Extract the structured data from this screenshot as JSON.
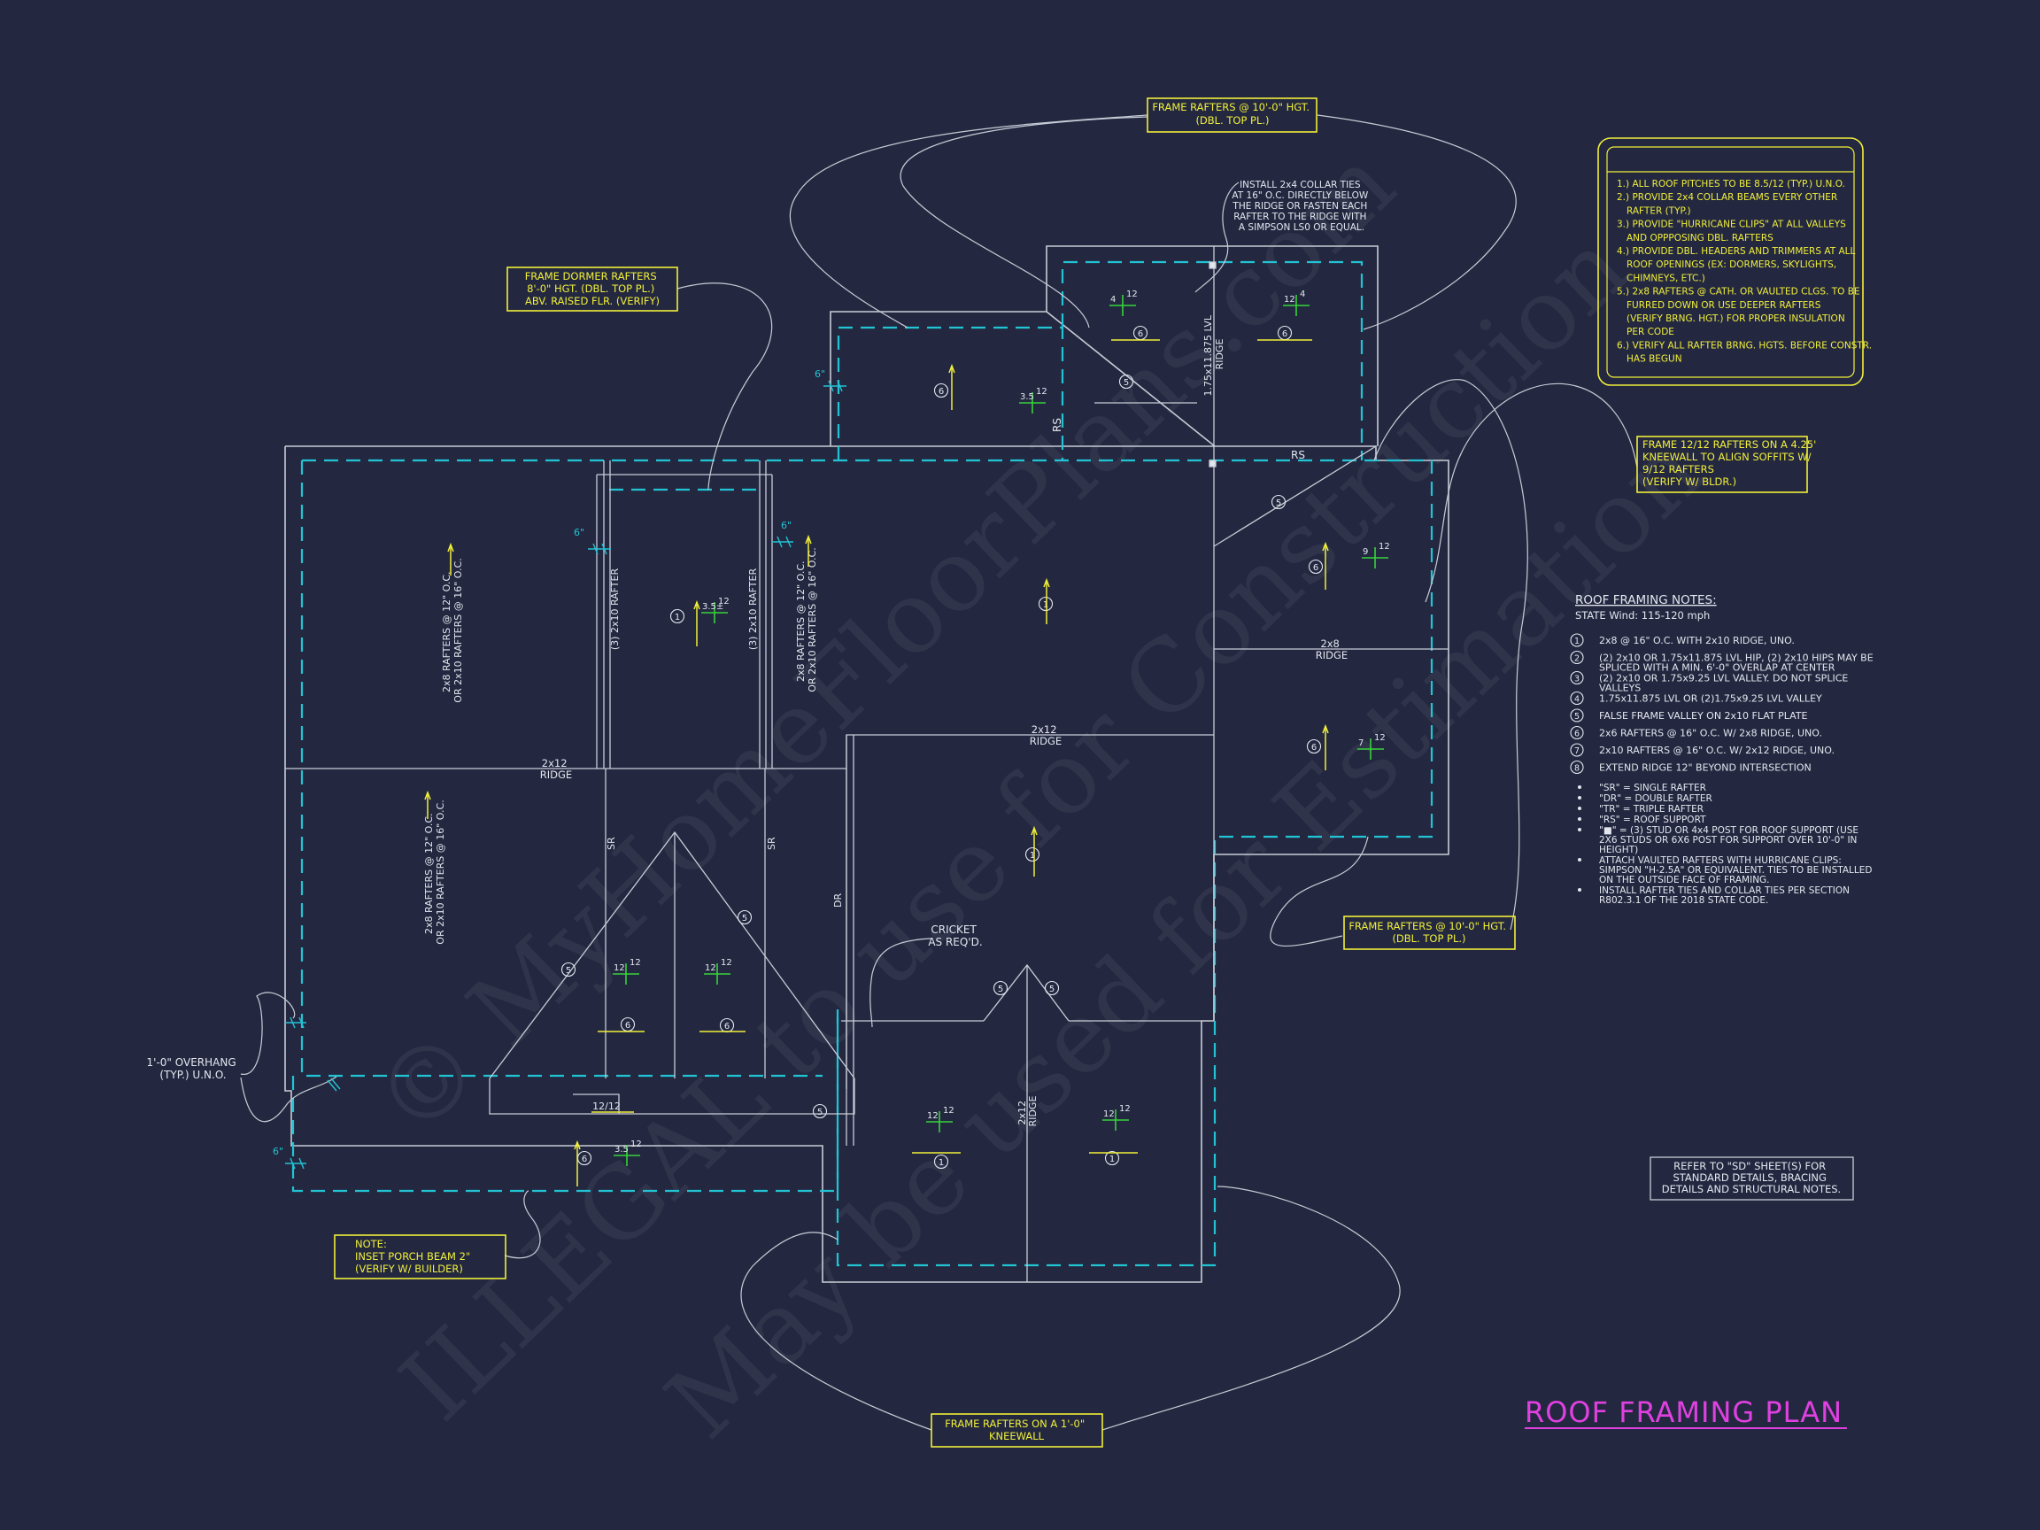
{
  "drawing": {
    "title": "ROOF FRAMING PLAN",
    "watermark_lines": [
      "© MyHomeFloorPlans.com",
      "ILLEGAL to use for Construction",
      "May be used for Estimation"
    ]
  },
  "general_notes": [
    "1.) ALL ROOF PITCHES TO BE  8.5/12 (TYP.) U.N.O.",
    "2.) PROVIDE 2x4 COLLAR BEAMS EVERY OTHER",
    "RAFTER (TYP.)",
    "3.) PROVIDE \"HURRICANE CLIPS\" AT ALL VALLEYS",
    "AND OPPPOSING DBL. RAFTERS",
    "4.) PROVIDE DBL. HEADERS AND TRIMMERS AT ALL",
    "ROOF OPENINGS (EX: DORMERS, SKYLIGHTS,",
    "CHIMNEYS, ETC.)",
    "5.) 2x8 RAFTERS @ CATH. OR VAULTED CLGS. TO BE",
    "FURRED DOWN OR USE DEEPER RAFTERS",
    "(VERIFY BRNG. HGT.) FOR PROPER INSULATION",
    "PER CODE",
    "6.) VERIFY ALL RAFTER BRNG. HGTS. BEFORE CONSTR.",
    "HAS BEGUN"
  ],
  "roof_notes": {
    "heading": "ROOF FRAMING NOTES:",
    "wind": "STATE Wind: 115-120 mph",
    "items": [
      {
        "num": "1",
        "lines": [
          "2x8 @ 16\" O.C. WITH 2x10 RIDGE, UNO."
        ]
      },
      {
        "num": "2",
        "lines": [
          "(2) 2x10 OR 1.75x11.875 LVL HIP, (2) 2x10 HIPS MAY BE",
          "SPLICED WITH A MIN. 6'-0\" OVERLAP AT CENTER"
        ]
      },
      {
        "num": "3",
        "lines": [
          "(2) 2x10 OR 1.75x9.25 LVL VALLEY. DO NOT SPLICE",
          "VALLEYS"
        ]
      },
      {
        "num": "4",
        "lines": [
          "1.75x11.875 LVL OR (2)1.75x9.25 LVL VALLEY"
        ]
      },
      {
        "num": "5",
        "lines": [
          "FALSE FRAME VALLEY ON 2x10 FLAT PLATE"
        ]
      },
      {
        "num": "6",
        "lines": [
          "2x6 RAFTERS @ 16\" O.C. W/ 2x8 RIDGE, UNO."
        ]
      },
      {
        "num": "7",
        "lines": [
          "2x10 RAFTERS @ 16\" O.C. W/ 2x12 RIDGE, UNO."
        ]
      },
      {
        "num": "8",
        "lines": [
          "EXTEND RIDGE 12\" BEYOND INTERSECTION"
        ]
      }
    ],
    "bullets": [
      [
        "\"SR\"  = SINGLE RAFTER"
      ],
      [
        "\"DR\" = DOUBLE RAFTER"
      ],
      [
        "\"TR\" = TRIPLE RAFTER"
      ],
      [
        "\"RS\" = ROOF SUPPORT"
      ],
      [
        "\"■\" = (3) STUD OR 4x4 POST FOR ROOF SUPPORT (USE",
        "2X6 STUDS OR 6X6 POST FOR SUPPORT OVER 10'-0\" IN",
        "HEIGHT)"
      ],
      [
        "ATTACH VAULTED RAFTERS WITH HURRICANE CLIPS:",
        "SIMPSON \"H-2.5A\" OR EQUIVALENT. TIES TO BE INSTALLED",
        "ON THE OUTSIDE FACE OF FRAMING."
      ],
      [
        "INSTALL RAFTER TIES AND COLLAR TIES PER SECTION",
        "R802.3.1 OF THE 2018 STATE CODE."
      ]
    ]
  },
  "refer_box": [
    "REFER TO \"SD\"  SHEET(S) FOR",
    "STANDARD DETAILS, BRACING",
    "DETAILS AND STRUCTURAL NOTES."
  ],
  "callouts": {
    "frame_top": [
      "FRAME RAFTERS @ 10'-0\" HGT.",
      "(DBL. TOP PL.)"
    ],
    "dormer": [
      "FRAME DORMER RAFTERS",
      "8'-0\" HGT. (DBL. TOP PL.)",
      "ABV. RAISED FLR. (VERIFY)"
    ],
    "frame_1212": [
      "FRAME 12/12 RAFTERS ON A 4.25'",
      "KNEEWALL TO ALIGN SOFFITS W/",
      "9/12 RAFTERS",
      "(VERIFY W/ BLDR.)"
    ],
    "frame_right": [
      "FRAME RAFTERS @ 10'-0\" HGT.",
      "(DBL. TOP PL.)"
    ],
    "porch_note": [
      "NOTE:",
      "INSET PORCH BEAM 2\"",
      "(VERIFY W/ BUILDER)"
    ],
    "kneewall": [
      "FRAME RAFTERS ON A 1'-0\"",
      "KNEEWALL"
    ]
  },
  "plan_labels": {
    "collar_ties": [
      "INSTALL 2x4 COLLAR TIES",
      "AT 16\" O.C. DIRECTLY BELOW",
      "THE RIDGE OR FASTEN EACH",
      "RAFTER TO THE RIDGE WITH",
      "A SIMPSON LS0 OR EQUAL."
    ],
    "overhang": [
      "1'-0\" OVERHANG",
      "(TYP.) U.N.O."
    ],
    "cricket": [
      "CRICKET",
      "AS REQ'D."
    ],
    "lvl_ridge": [
      "1.75x11.875 LVL",
      "RIDGE"
    ],
    "rs": "RS",
    "ridge_2x12": [
      "2x12",
      "RIDGE"
    ],
    "ridge_2x8": [
      "2x8",
      "RIDGE"
    ],
    "rafters_2x8_a": [
      "2x8 RAFTERS @ 12\" O.C.",
      "OR 2x10 RAFTERS @ 16\" O.C."
    ],
    "rafters_2x8_b": [
      "2x8 RAFTERS @ 12\" O.C.",
      "OR 2x10 RAFTERS @ 16\" O.C."
    ],
    "rafters_2x8_c": [
      "2x8 RAFTERS @ 12\" O.C.",
      "OR 2x10 RAFTERS @ 16\" O.C."
    ],
    "rafter_3_2x10": "(3) 2x10 RAFTER",
    "sr": "SR",
    "dr": "DR",
    "ridge_vertical": [
      "2x12",
      "RIDGE"
    ],
    "pitch_1212": "12/12",
    "dim_6": "6\"",
    "pitch_12": "12",
    "pitch_4": "4",
    "pitch_35": "3.5",
    "pitch_35pm": "3.5±",
    "pitch_9": "9",
    "pitch_7": "7"
  },
  "colors": {
    "background": "#232840",
    "linework": "#c9ccd6",
    "dashed_plate": "#22c3d4",
    "callout_text": "#f1ef3a",
    "pitch_symbol": "#37d23b",
    "title": "#e040e0"
  }
}
